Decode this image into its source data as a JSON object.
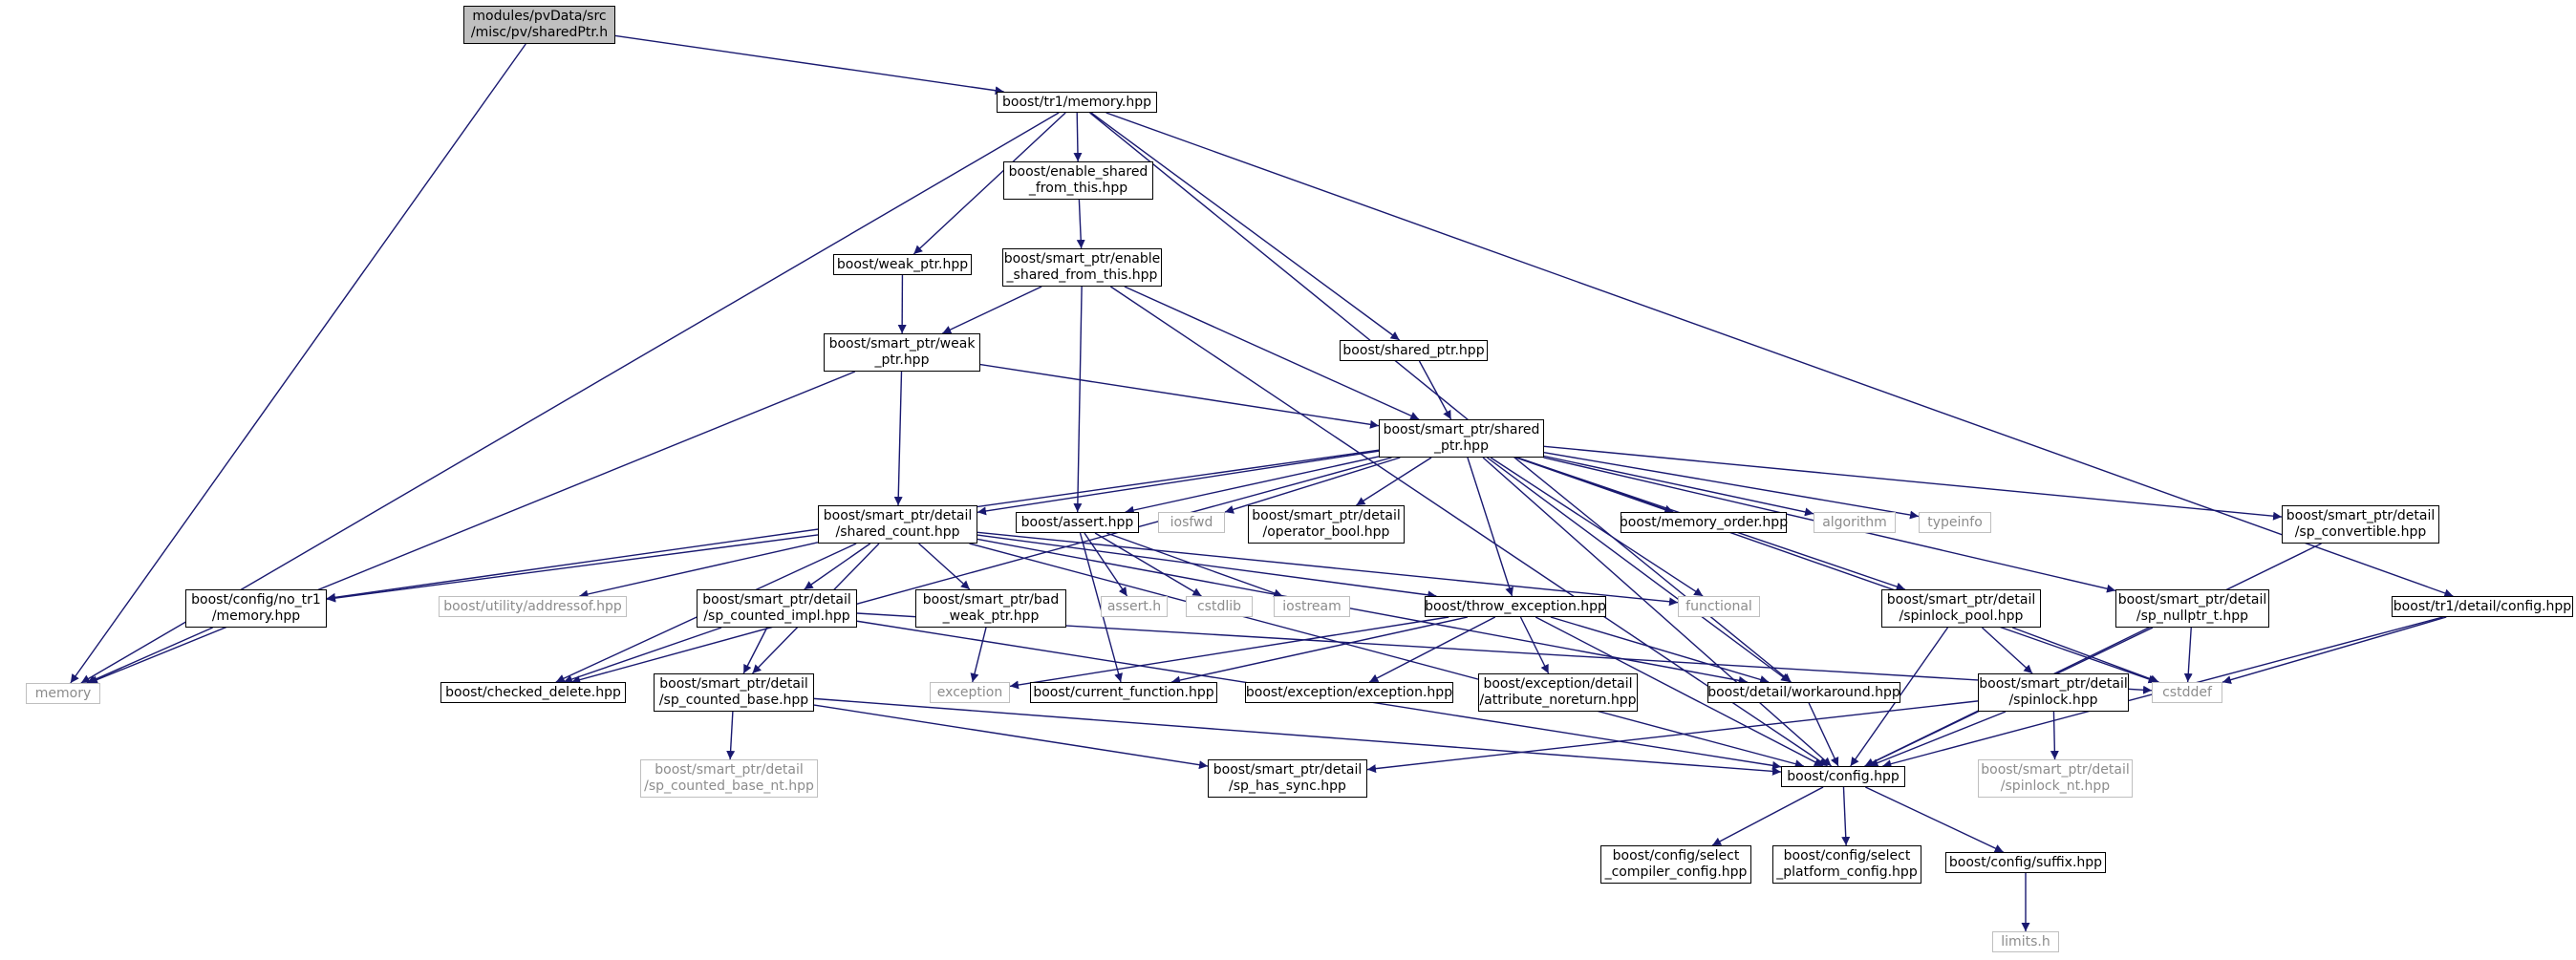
{
  "colors": {
    "edge": "#191970",
    "node_border": "#000000",
    "external_border": "#bfbfbf",
    "external_text": "#8c8c8c",
    "root_fill": "#bfbfbf"
  },
  "nodes": {
    "n_root": {
      "label": "modules/pvData/src\n/misc/pv/sharedPtr.h",
      "kind": "root"
    },
    "n_tr1mem": {
      "label": "boost/tr1/memory.hpp",
      "kind": "file"
    },
    "n_memory": {
      "label": "memory",
      "kind": "external"
    },
    "n_enable_hpp": {
      "label": "boost/enable_shared\n_from_this.hpp",
      "kind": "file"
    },
    "n_sp_enable": {
      "label": "boost/smart_ptr/enable\n_shared_from_this.hpp",
      "kind": "file"
    },
    "n_weak_ptr": {
      "label": "boost/weak_ptr.hpp",
      "kind": "file"
    },
    "n_sp_weak": {
      "label": "boost/smart_ptr/weak\n_ptr.hpp",
      "kind": "file"
    },
    "n_shared_ptr": {
      "label": "boost/shared_ptr.hpp",
      "kind": "file"
    },
    "n_sp_shared": {
      "label": "boost/smart_ptr/shared\n_ptr.hpp",
      "kind": "file"
    },
    "n_tr1cfg": {
      "label": "boost/tr1/detail/config.hpp",
      "kind": "file"
    },
    "n_shared_count": {
      "label": "boost/smart_ptr/detail\n/shared_count.hpp",
      "kind": "file"
    },
    "n_assert": {
      "label": "boost/assert.hpp",
      "kind": "file"
    },
    "n_iosfwd": {
      "label": "iosfwd",
      "kind": "external"
    },
    "n_op_bool": {
      "label": "boost/smart_ptr/detail\n/operator_bool.hpp",
      "kind": "file"
    },
    "n_mem_order": {
      "label": "boost/memory_order.hpp",
      "kind": "file"
    },
    "n_algorithm": {
      "label": "algorithm",
      "kind": "external"
    },
    "n_typeinfo": {
      "label": "typeinfo",
      "kind": "external"
    },
    "n_sp_conv": {
      "label": "boost/smart_ptr/detail\n/sp_convertible.hpp",
      "kind": "file"
    },
    "n_no_tr1": {
      "label": "boost/config/no_tr1\n/memory.hpp",
      "kind": "file"
    },
    "n_addressof": {
      "label": "boost/utility/addressof.hpp",
      "kind": "external"
    },
    "n_counted_impl": {
      "label": "boost/smart_ptr/detail\n/sp_counted_impl.hpp",
      "kind": "file"
    },
    "n_bad_weak": {
      "label": "boost/smart_ptr/bad\n_weak_ptr.hpp",
      "kind": "file"
    },
    "n_asserth": {
      "label": "assert.h",
      "kind": "external"
    },
    "n_cstdlib": {
      "label": "cstdlib",
      "kind": "external"
    },
    "n_iostream": {
      "label": "iostream",
      "kind": "external"
    },
    "n_throw_exc": {
      "label": "boost/throw_exception.hpp",
      "kind": "file"
    },
    "n_functional": {
      "label": "functional",
      "kind": "external"
    },
    "n_spinlock_pool": {
      "label": "boost/smart_ptr/detail\n/spinlock_pool.hpp",
      "kind": "file"
    },
    "n_nullptr": {
      "label": "boost/smart_ptr/detail\n/sp_nullptr_t.hpp",
      "kind": "file"
    },
    "n_checked_del": {
      "label": "boost/checked_delete.hpp",
      "kind": "file"
    },
    "n_counted_base": {
      "label": "boost/smart_ptr/detail\n/sp_counted_base.hpp",
      "kind": "file"
    },
    "n_exception": {
      "label": "exception",
      "kind": "external"
    },
    "n_cur_func": {
      "label": "boost/current_function.hpp",
      "kind": "file"
    },
    "n_exc_exc": {
      "label": "boost/exception/exception.hpp",
      "kind": "file"
    },
    "n_attr_noret": {
      "label": "boost/exception/detail\n/attribute_noreturn.hpp",
      "kind": "file"
    },
    "n_workaround": {
      "label": "boost/detail/workaround.hpp",
      "kind": "file"
    },
    "n_spinlock": {
      "label": "boost/smart_ptr/detail\n/spinlock.hpp",
      "kind": "file"
    },
    "n_cstddef": {
      "label": "cstddef",
      "kind": "external"
    },
    "n_base_nt": {
      "label": "boost/smart_ptr/detail\n/sp_counted_base_nt.hpp",
      "kind": "external"
    },
    "n_has_sync": {
      "label": "boost/smart_ptr/detail\n/sp_has_sync.hpp",
      "kind": "file"
    },
    "n_config": {
      "label": "boost/config.hpp",
      "kind": "file"
    },
    "n_spinlock_nt": {
      "label": "boost/smart_ptr/detail\n/spinlock_nt.hpp",
      "kind": "external"
    },
    "n_sel_compiler": {
      "label": "boost/config/select\n_compiler_config.hpp",
      "kind": "file"
    },
    "n_sel_platform": {
      "label": "boost/config/select\n_platform_config.hpp",
      "kind": "file"
    },
    "n_suffix": {
      "label": "boost/config/suffix.hpp",
      "kind": "file"
    },
    "n_limits": {
      "label": "limits.h",
      "kind": "external"
    }
  },
  "edges": [
    [
      "n_root",
      "n_tr1mem"
    ],
    [
      "n_root",
      "n_memory"
    ],
    [
      "n_tr1mem",
      "n_memory"
    ],
    [
      "n_tr1mem",
      "n_enable_hpp"
    ],
    [
      "n_tr1mem",
      "n_weak_ptr"
    ],
    [
      "n_tr1mem",
      "n_shared_ptr"
    ],
    [
      "n_tr1mem",
      "n_workaround"
    ],
    [
      "n_tr1mem",
      "n_tr1cfg"
    ],
    [
      "n_enable_hpp",
      "n_sp_enable"
    ],
    [
      "n_sp_enable",
      "n_sp_weak"
    ],
    [
      "n_sp_enable",
      "n_assert"
    ],
    [
      "n_sp_enable",
      "n_sp_shared"
    ],
    [
      "n_sp_enable",
      "n_config"
    ],
    [
      "n_weak_ptr",
      "n_sp_weak"
    ],
    [
      "n_sp_weak",
      "n_memory"
    ],
    [
      "n_sp_weak",
      "n_shared_count"
    ],
    [
      "n_sp_weak",
      "n_sp_shared"
    ],
    [
      "n_shared_ptr",
      "n_sp_shared"
    ],
    [
      "n_sp_shared",
      "n_no_tr1"
    ],
    [
      "n_sp_shared",
      "n_shared_count"
    ],
    [
      "n_sp_shared",
      "n_assert"
    ],
    [
      "n_sp_shared",
      "n_iosfwd"
    ],
    [
      "n_sp_shared",
      "n_op_bool"
    ],
    [
      "n_sp_shared",
      "n_mem_order"
    ],
    [
      "n_sp_shared",
      "n_algorithm"
    ],
    [
      "n_sp_shared",
      "n_typeinfo"
    ],
    [
      "n_sp_shared",
      "n_sp_conv"
    ],
    [
      "n_sp_shared",
      "n_throw_exc"
    ],
    [
      "n_sp_shared",
      "n_functional"
    ],
    [
      "n_sp_shared",
      "n_spinlock_pool"
    ],
    [
      "n_sp_shared",
      "n_nullptr"
    ],
    [
      "n_sp_shared",
      "n_checked_del"
    ],
    [
      "n_sp_shared",
      "n_workaround"
    ],
    [
      "n_sp_shared",
      "n_cstddef"
    ],
    [
      "n_sp_shared",
      "n_config"
    ],
    [
      "n_shared_count",
      "n_no_tr1"
    ],
    [
      "n_shared_count",
      "n_addressof"
    ],
    [
      "n_shared_count",
      "n_counted_impl"
    ],
    [
      "n_shared_count",
      "n_bad_weak"
    ],
    [
      "n_shared_count",
      "n_checked_del"
    ],
    [
      "n_shared_count",
      "n_counted_base"
    ],
    [
      "n_shared_count",
      "n_throw_exc"
    ],
    [
      "n_shared_count",
      "n_functional"
    ],
    [
      "n_shared_count",
      "n_workaround"
    ],
    [
      "n_shared_count",
      "n_config"
    ],
    [
      "n_assert",
      "n_asserth"
    ],
    [
      "n_assert",
      "n_cstdlib"
    ],
    [
      "n_assert",
      "n_iostream"
    ],
    [
      "n_assert",
      "n_cur_func"
    ],
    [
      "n_no_tr1",
      "n_memory"
    ],
    [
      "n_counted_impl",
      "n_checked_del"
    ],
    [
      "n_counted_impl",
      "n_counted_base"
    ],
    [
      "n_counted_impl",
      "n_cstddef"
    ],
    [
      "n_counted_impl",
      "n_config"
    ],
    [
      "n_bad_weak",
      "n_exception"
    ],
    [
      "n_throw_exc",
      "n_exception"
    ],
    [
      "n_throw_exc",
      "n_cur_func"
    ],
    [
      "n_throw_exc",
      "n_exc_exc"
    ],
    [
      "n_throw_exc",
      "n_attr_noret"
    ],
    [
      "n_throw_exc",
      "n_workaround"
    ],
    [
      "n_throw_exc",
      "n_config"
    ],
    [
      "n_counted_base",
      "n_base_nt"
    ],
    [
      "n_counted_base",
      "n_has_sync"
    ],
    [
      "n_counted_base",
      "n_config"
    ],
    [
      "n_spinlock_pool",
      "n_config"
    ],
    [
      "n_spinlock_pool",
      "n_spinlock"
    ],
    [
      "n_spinlock_pool",
      "n_cstddef"
    ],
    [
      "n_spinlock",
      "n_has_sync"
    ],
    [
      "n_spinlock",
      "n_config"
    ],
    [
      "n_spinlock",
      "n_spinlock_nt"
    ],
    [
      "n_nullptr",
      "n_config"
    ],
    [
      "n_nullptr",
      "n_cstddef"
    ],
    [
      "n_sp_conv",
      "n_config"
    ],
    [
      "n_tr1cfg",
      "n_cstddef"
    ],
    [
      "n_tr1cfg",
      "n_config"
    ],
    [
      "n_workaround",
      "n_config"
    ],
    [
      "n_config",
      "n_sel_compiler"
    ],
    [
      "n_config",
      "n_sel_platform"
    ],
    [
      "n_config",
      "n_suffix"
    ],
    [
      "n_suffix",
      "n_limits"
    ]
  ]
}
